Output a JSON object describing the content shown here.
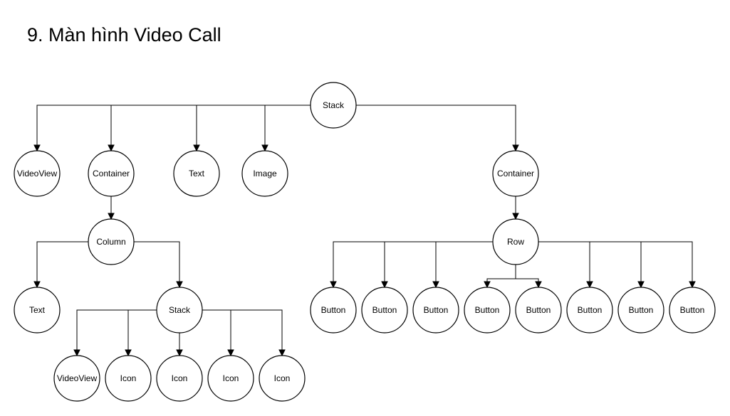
{
  "title": "9. Màn hình Video Call",
  "colors": {
    "stroke": "#000000",
    "background": "#ffffff"
  },
  "nodes": {
    "root_stack": "Stack",
    "video_view_top": "VideoView",
    "container_left": "Container",
    "text_top": "Text",
    "image_top": "Image",
    "container_right": "Container",
    "column": "Column",
    "text_column": "Text",
    "stack_inner": "Stack",
    "video_view_inner": "VideoView",
    "icon_1": "Icon",
    "icon_2": "Icon",
    "icon_3": "Icon",
    "icon_4": "Icon",
    "row": "Row",
    "button_1": "Button",
    "button_2": "Button",
    "button_3": "Button",
    "button_4": "Button",
    "button_5": "Button",
    "button_6": "Button",
    "button_7": "Button",
    "button_8": "Button"
  },
  "edges": [
    [
      "root_stack",
      "video_view_top"
    ],
    [
      "root_stack",
      "container_left"
    ],
    [
      "root_stack",
      "text_top"
    ],
    [
      "root_stack",
      "image_top"
    ],
    [
      "root_stack",
      "container_right"
    ],
    [
      "container_left",
      "column"
    ],
    [
      "column",
      "text_column"
    ],
    [
      "column",
      "stack_inner"
    ],
    [
      "stack_inner",
      "video_view_inner"
    ],
    [
      "stack_inner",
      "icon_1"
    ],
    [
      "stack_inner",
      "icon_2"
    ],
    [
      "stack_inner",
      "icon_3"
    ],
    [
      "stack_inner",
      "icon_4"
    ],
    [
      "container_right",
      "row"
    ],
    [
      "row",
      "button_1"
    ],
    [
      "row",
      "button_2"
    ],
    [
      "row",
      "button_3"
    ],
    [
      "row",
      "button_4"
    ],
    [
      "row",
      "button_5"
    ],
    [
      "row",
      "button_6"
    ],
    [
      "row",
      "button_7"
    ],
    [
      "row",
      "button_8"
    ]
  ]
}
